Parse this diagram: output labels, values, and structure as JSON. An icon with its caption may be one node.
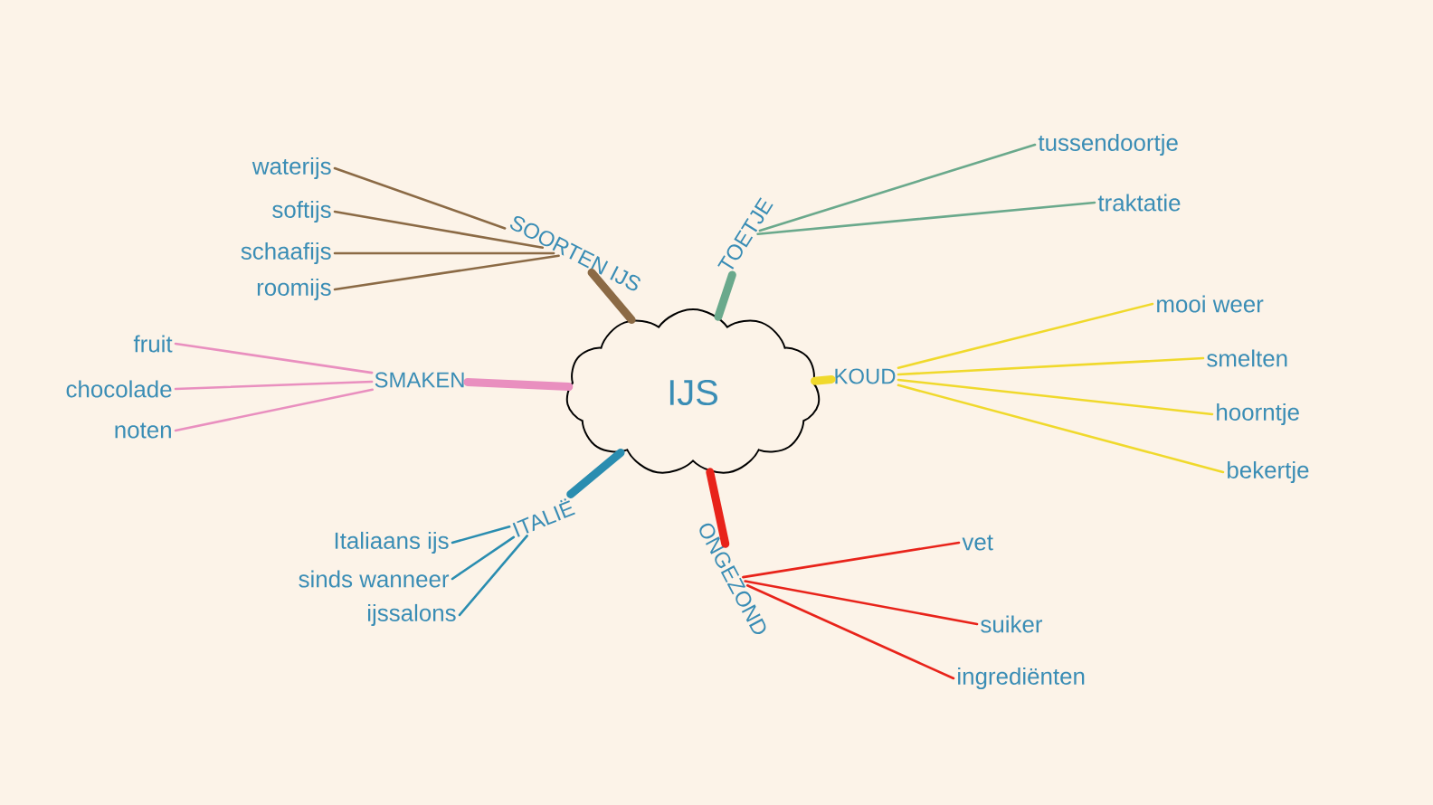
{
  "diagram": {
    "nodes": [
      {
        "text": [
          "IJS"
        ]
      },
      {
        "text": [
          "SOORTEN IJS"
        ]
      },
      {
        "text": [
          "waterijs"
        ]
      },
      {
        "text": [
          "softijs"
        ]
      },
      {
        "text": [
          "schaafijs"
        ]
      },
      {
        "text": [
          "roomijs"
        ]
      },
      {
        "text": [
          "SMAKEN"
        ]
      },
      {
        "text": [
          "fruit"
        ]
      },
      {
        "text": [
          "chocolade"
        ]
      },
      {
        "text": [
          "noten"
        ]
      },
      {
        "text": [
          "ITALIË"
        ]
      },
      {
        "text": [
          "Italiaans ijs"
        ]
      },
      {
        "text": [
          "sinds wanneer"
        ]
      },
      {
        "text": [
          "ijssalons"
        ]
      },
      {
        "text": [
          "TOETJE"
        ]
      },
      {
        "text": [
          "tussendoortje"
        ]
      },
      {
        "text": [
          "traktatie"
        ]
      },
      {
        "text": [
          "KOUD"
        ]
      },
      {
        "text": [
          "mooi weer"
        ]
      },
      {
        "text": [
          "smelten"
        ]
      },
      {
        "text": [
          "hoorntje"
        ]
      },
      {
        "text": [
          "bekertje"
        ]
      },
      {
        "text": [
          "ONGEZOND"
        ]
      },
      {
        "text": [
          "vet"
        ]
      },
      {
        "text": [
          "suiker"
        ]
      },
      {
        "text": [
          "ingrediënten"
        ]
      }
    ],
    "edges": [
      {
        "from": 0,
        "to": 1,
        "arrow": "none",
        "style": "thick",
        "color": "#8b6a45"
      },
      {
        "from": 1,
        "to": 2,
        "arrow": "none",
        "color": "#8b6a45"
      },
      {
        "from": 1,
        "to": 3,
        "arrow": "none",
        "color": "#8b6a45"
      },
      {
        "from": 1,
        "to": 4,
        "arrow": "none",
        "color": "#8b6a45"
      },
      {
        "from": 1,
        "to": 5,
        "arrow": "none",
        "color": "#8b6a45"
      },
      {
        "from": 0,
        "to": 6,
        "arrow": "none",
        "style": "thick",
        "color": "#e98fbf"
      },
      {
        "from": 6,
        "to": 7,
        "arrow": "none",
        "color": "#e98fbf"
      },
      {
        "from": 6,
        "to": 8,
        "arrow": "none",
        "color": "#e98fbf"
      },
      {
        "from": 6,
        "to": 9,
        "arrow": "none",
        "color": "#e98fbf"
      },
      {
        "from": 0,
        "to": 10,
        "arrow": "none",
        "style": "thick",
        "color": "#2a8db0"
      },
      {
        "from": 10,
        "to": 11,
        "arrow": "none",
        "color": "#2a8db0"
      },
      {
        "from": 10,
        "to": 12,
        "arrow": "none",
        "color": "#2a8db0"
      },
      {
        "from": 10,
        "to": 13,
        "arrow": "none",
        "color": "#2a8db0"
      },
      {
        "from": 0,
        "to": 14,
        "arrow": "none",
        "style": "thick",
        "color": "#6aa98c"
      },
      {
        "from": 14,
        "to": 15,
        "arrow": "none",
        "color": "#6aa98c"
      },
      {
        "from": 14,
        "to": 16,
        "arrow": "none",
        "color": "#6aa98c"
      },
      {
        "from": 0,
        "to": 17,
        "arrow": "none",
        "style": "thick",
        "color": "#f0d92c"
      },
      {
        "from": 17,
        "to": 18,
        "arrow": "none",
        "color": "#f0d92c"
      },
      {
        "from": 17,
        "to": 19,
        "arrow": "none",
        "color": "#f0d92c"
      },
      {
        "from": 17,
        "to": 20,
        "arrow": "none",
        "color": "#f0d92c"
      },
      {
        "from": 17,
        "to": 21,
        "arrow": "none",
        "color": "#f0d92c"
      },
      {
        "from": 0,
        "to": 22,
        "arrow": "none",
        "style": "thick",
        "color": "#e8231a"
      },
      {
        "from": 22,
        "to": 23,
        "arrow": "none",
        "color": "#e8231a"
      },
      {
        "from": 22,
        "to": 24,
        "arrow": "none",
        "color": "#e8231a"
      },
      {
        "from": 22,
        "to": 25,
        "arrow": "none",
        "color": "#e8231a"
      }
    ]
  }
}
